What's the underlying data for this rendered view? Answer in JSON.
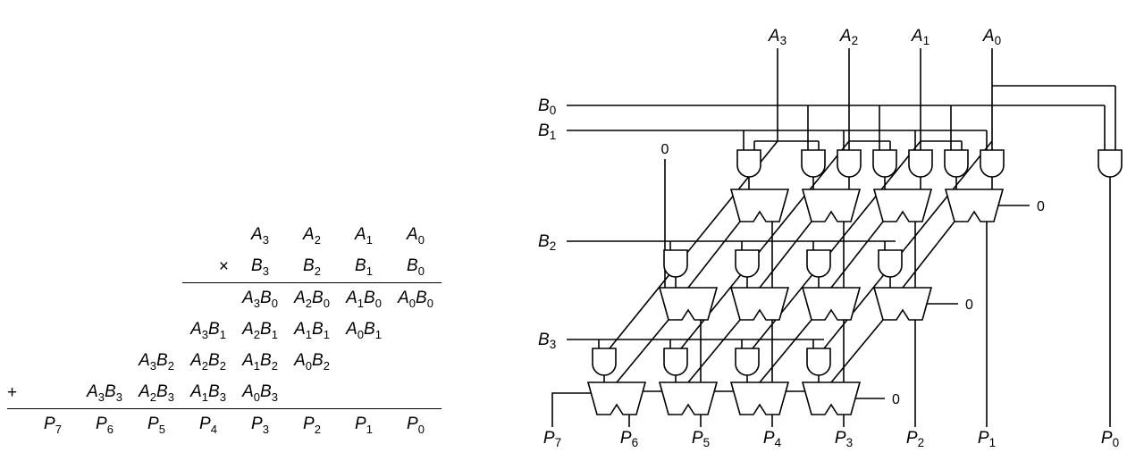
{
  "figure": {
    "left_table": {
      "operand_a": [
        "A3",
        "A2",
        "A1",
        "A0"
      ],
      "multiply_sign": "×",
      "operand_b": [
        "B3",
        "B2",
        "B1",
        "B0"
      ],
      "partial_products": [
        [
          "A3B0",
          "A2B0",
          "A1B0",
          "A0B0"
        ],
        [
          "A3B1",
          "A2B1",
          "A1B1",
          "A0B1"
        ],
        [
          "A3B2",
          "A2B2",
          "A1B2",
          "A0B2"
        ],
        [
          "A3B3",
          "A2B3",
          "A1B3",
          "A0B3"
        ]
      ],
      "plus_sign": "+",
      "product": [
        "P7",
        "P6",
        "P5",
        "P4",
        "P3",
        "P2",
        "P1",
        "P0"
      ]
    },
    "circuit": {
      "a_inputs": [
        "A3",
        "A2",
        "A1",
        "A0"
      ],
      "b_inputs": [
        "B0",
        "B1",
        "B2",
        "B3"
      ],
      "outputs": [
        "P7",
        "P6",
        "P5",
        "P4",
        "P3",
        "P2",
        "P1",
        "P0"
      ],
      "zero_top": "0",
      "zero_row1": "0",
      "zero_row2": "0",
      "zero_row3": "0",
      "line_color": "#000000",
      "background": "#ffffff"
    }
  }
}
